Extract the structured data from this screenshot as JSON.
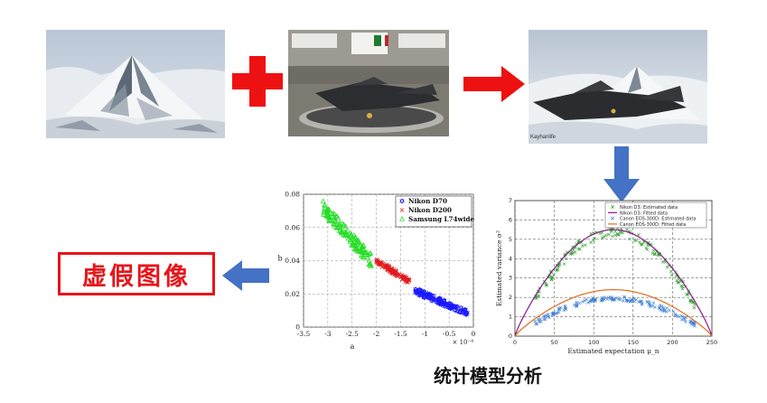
{
  "fake_image_label": "虚假图像",
  "caption": "统计模型分析",
  "photos": {
    "mountain": "mountain-photo",
    "jet": "jet-photo",
    "composite": "composite-photo"
  },
  "composite_watermark": "Kayhanlife",
  "colors": {
    "red_arrow": "#ee1111",
    "blue_arrow": "#4472c4",
    "fake_red": "#e8141b"
  },
  "chart_data": [
    {
      "type": "scatter",
      "title": "",
      "xlabel": "a",
      "ylabel": "b",
      "x_multiplier": "× 10⁻⁴",
      "xlim": [
        -3.5,
        0
      ],
      "ylim": [
        0,
        0.08
      ],
      "x_ticks": [
        "-3.5",
        "-3",
        "-2.5",
        "-2",
        "-1.5",
        "-1",
        "-0.5",
        "0"
      ],
      "y_ticks": [
        "0",
        "0.02",
        "0.04",
        "0.06",
        "0.08"
      ],
      "legend_position": "top-right",
      "series": [
        {
          "name": "Nikon D70",
          "marker": "hexagram",
          "color": "#1a1aff",
          "x_range": [
            -1.2,
            -0.1
          ],
          "y_range": [
            0.008,
            0.022
          ]
        },
        {
          "name": "Nikon D200",
          "marker": "x",
          "color": "#e31a1c",
          "x_range": [
            -2.0,
            -1.3
          ],
          "y_range": [
            0.027,
            0.04
          ]
        },
        {
          "name": "Samsung L74wide",
          "marker": "triangle",
          "color": "#22dd22",
          "x_range": [
            -3.1,
            -2.1
          ],
          "y_range": [
            0.04,
            0.072
          ]
        }
      ]
    },
    {
      "type": "scatter",
      "title": "",
      "xlabel": "Estimated expectation μ_n",
      "ylabel": "Estimated variance σ²",
      "xlim": [
        0,
        250
      ],
      "ylim": [
        0,
        7
      ],
      "x_ticks": [
        "0",
        "50",
        "100",
        "150",
        "200",
        "250"
      ],
      "y_ticks": [
        "0",
        "1",
        "2",
        "3",
        "4",
        "5",
        "6",
        "7"
      ],
      "legend_position": "top",
      "series": [
        {
          "name": "Nikon D3: Estimated data",
          "marker": "x",
          "color": "#2e9e2e",
          "peak": 5.4
        },
        {
          "name": "Nikon D3: Fitted data",
          "marker": "line",
          "color": "#8b1a8b",
          "peak": 5.5
        },
        {
          "name": "Canon EOS-300D: Estimated data",
          "marker": "x",
          "color": "#3b7fd4",
          "peak": 1.95
        },
        {
          "name": "Canon EOS-300D: Fitted data",
          "marker": "line",
          "color": "#e36b1c",
          "peak": 2.4
        }
      ]
    }
  ]
}
